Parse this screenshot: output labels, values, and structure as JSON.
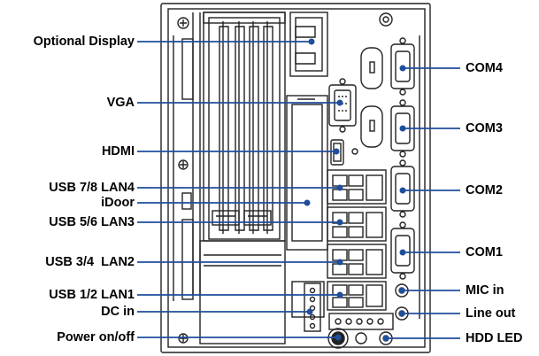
{
  "labels_left": [
    {
      "id": "optional-display",
      "text": "Optional Display"
    },
    {
      "id": "vga",
      "text": "VGA"
    },
    {
      "id": "hdmi",
      "text": "HDMI"
    },
    {
      "id": "usb78-lan4",
      "text": "USB 7/8 LAN4"
    },
    {
      "id": "idoor",
      "text": "iDoor"
    },
    {
      "id": "usb56-lan3",
      "text": "USB 5/6 LAN3"
    },
    {
      "id": "usb34-lan2",
      "text": "USB 3/4  LAN2"
    },
    {
      "id": "usb12-lan1",
      "text": "USB 1/2 LAN1"
    },
    {
      "id": "dc-in",
      "text": "DC in"
    },
    {
      "id": "power-onoff",
      "text": "Power on/off"
    }
  ],
  "labels_right": [
    {
      "id": "com4",
      "text": "COM4"
    },
    {
      "id": "com3",
      "text": "COM3"
    },
    {
      "id": "com2",
      "text": "COM2"
    },
    {
      "id": "com1",
      "text": "COM1"
    },
    {
      "id": "mic-in",
      "text": "MIC in"
    },
    {
      "id": "line-out",
      "text": "Line out"
    },
    {
      "id": "hdd-led",
      "text": "HDD LED"
    }
  ],
  "colors": {
    "leader": "#1f4e9c",
    "outline": "#222222",
    "text": "#000000"
  }
}
